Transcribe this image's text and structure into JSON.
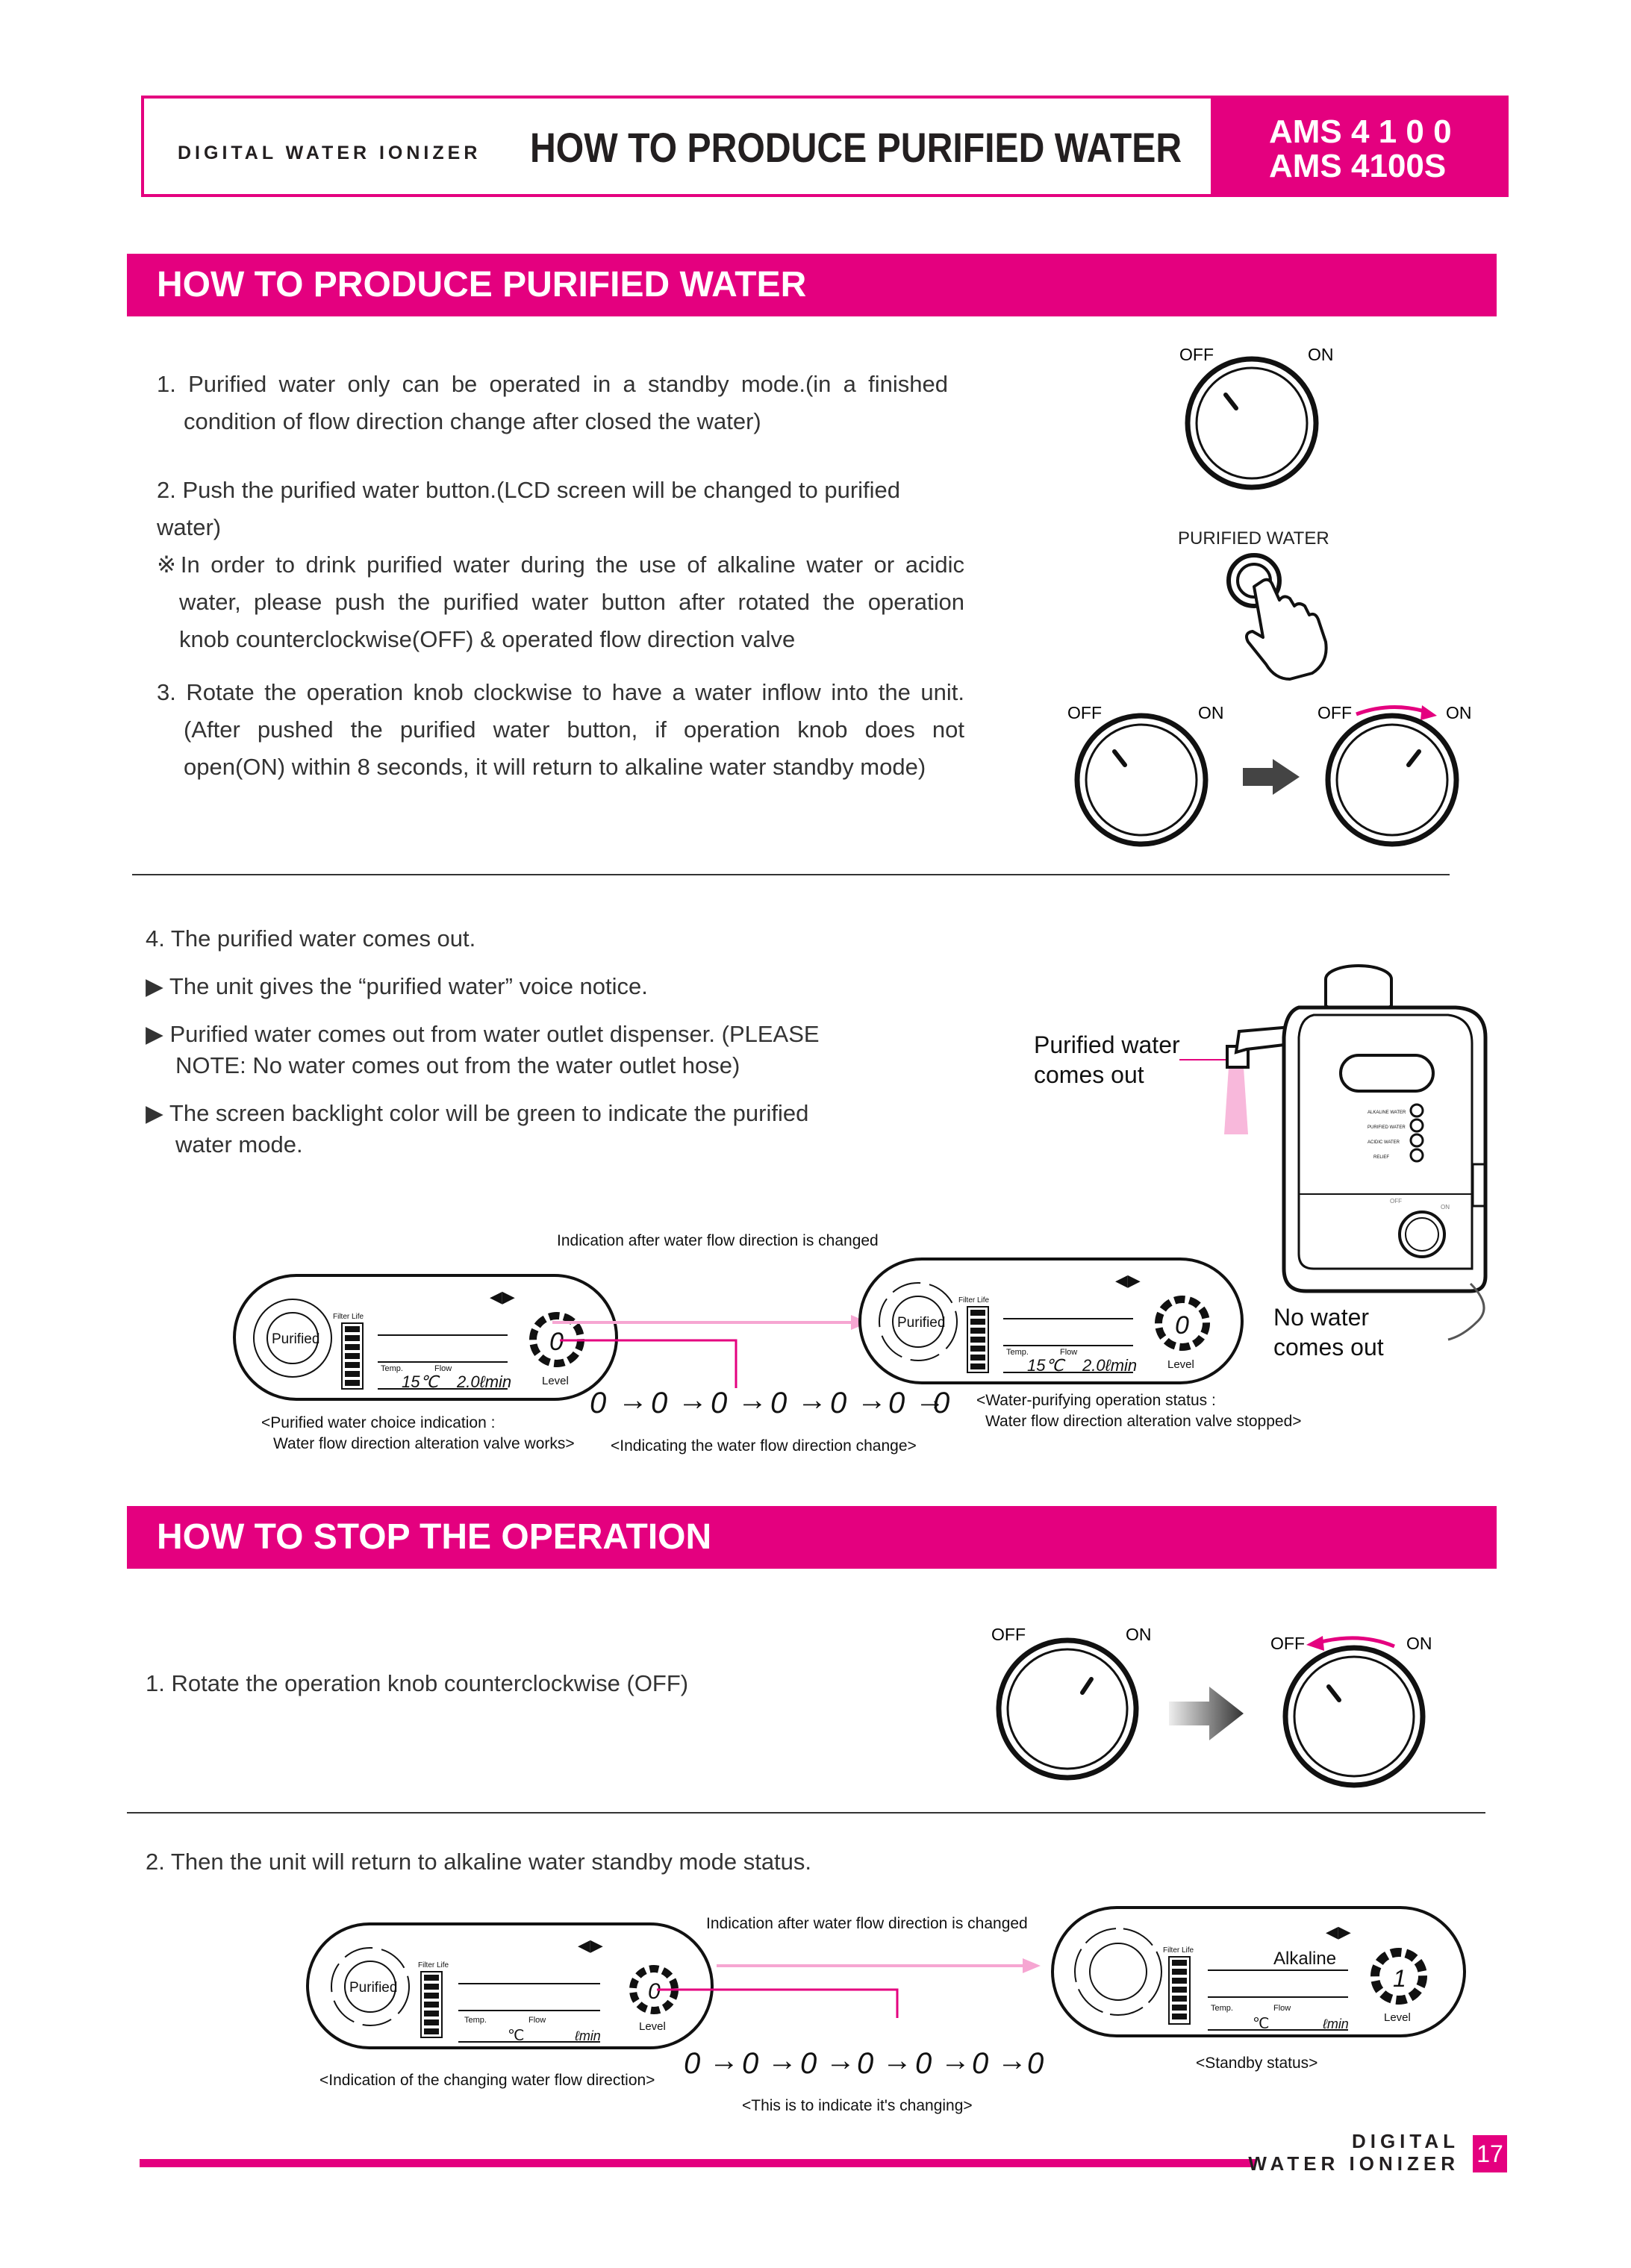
{
  "header": {
    "subtitle": "DIGITAL WATER IONIZER",
    "title": "HOW TO PRODUCE PURIFIED WATER",
    "model_1": "AMS 4 1 0 0",
    "model_2": "AMS 4100S"
  },
  "section_produce": {
    "title": "HOW TO PRODUCE PURIFIED WATER",
    "step1_line1": "1. Purified water only can be operated in a standby mode.(in a finished",
    "step1_line2": "condition of flow direction change after closed the water)",
    "step2_line1": "2. Push the purified water button.(LCD screen will be changed to purified water)",
    "step2_note1": "※In order to drink purified water during the use of alkaline water or acidic",
    "step2_note2": "water, please push the purified water button after rotated the operation",
    "step2_note3": "knob counterclockwise(OFF) & operated flow direction valve",
    "step3_line1": "3. Rotate the operation knob clockwise to have a water inflow into the unit.",
    "step3_line2": "(After pushed the purified water button, if operation knob does not",
    "step3_line3": "open(ON) within 8 seconds, it will return to alkaline water standby mode)",
    "step4_title": "4. The purified water comes out.",
    "bullet1": "The unit gives the “purified water” voice notice.",
    "bullet2_line1": "Purified water comes out from water outlet dispenser. (PLEASE",
    "bullet2_line2": "NOTE: No water comes out from the water outlet hose)",
    "bullet3_line1": "The screen backlight color will be green to indicate the purified",
    "bullet3_line2": "water mode.",
    "purified_button_label": "PURIFIED WATER",
    "water_out_1": "Purified water",
    "water_out_2": "comes out",
    "no_water_1": "No water",
    "no_water_2": "comes out",
    "indication_changed": "Indication after water flow direction is changed",
    "caption_choice_1": "<Purified water choice indication :",
    "caption_choice_2": "Water flow direction alteration valve works>",
    "caption_changing": "<Indicating the water flow direction change>",
    "caption_status_1": "<Water-purifying operation status :",
    "caption_status_2": "Water flow direction alteration valve stopped>"
  },
  "section_stop": {
    "title": "HOW TO STOP THE OPERATION",
    "step1": "1. Rotate the operation knob counterclockwise (OFF)",
    "step2": "2. Then the unit will return to alkaline water standby mode status.",
    "indication_changed": "Indication after water flow direction is changed",
    "caption_changing": "<Indication of the changing water flow direction>",
    "caption_indicate": "<This is to indicate it's changing>",
    "caption_standby": "<Standby status>"
  },
  "knob": {
    "off": "OFF",
    "on": "ON"
  },
  "lcd": {
    "mode_purified": "Purified",
    "mode_alkaline": "Alkaline",
    "filter_life": "Filter Life",
    "temp": "Temp.",
    "flow": "Flow",
    "level": "Level",
    "temp_value": "15℃",
    "flow_value": "2.0ℓmin",
    "celsius": "℃",
    "flow_unit": "ℓmin",
    "digit_zero": "0",
    "digit_one": "1"
  },
  "device": {
    "btn1": "ALKALINE WATER",
    "btn2": "PURIFIED WATER",
    "btn3": "ACIDIC WATER",
    "btn4": "RELIEF"
  },
  "footer": {
    "line1": "DIGITAL",
    "line2": "WATER IONIZER",
    "page": "17"
  },
  "colors": {
    "brand": "#e4007f",
    "pink_light": "#f6a6d2",
    "text": "#231f20"
  }
}
